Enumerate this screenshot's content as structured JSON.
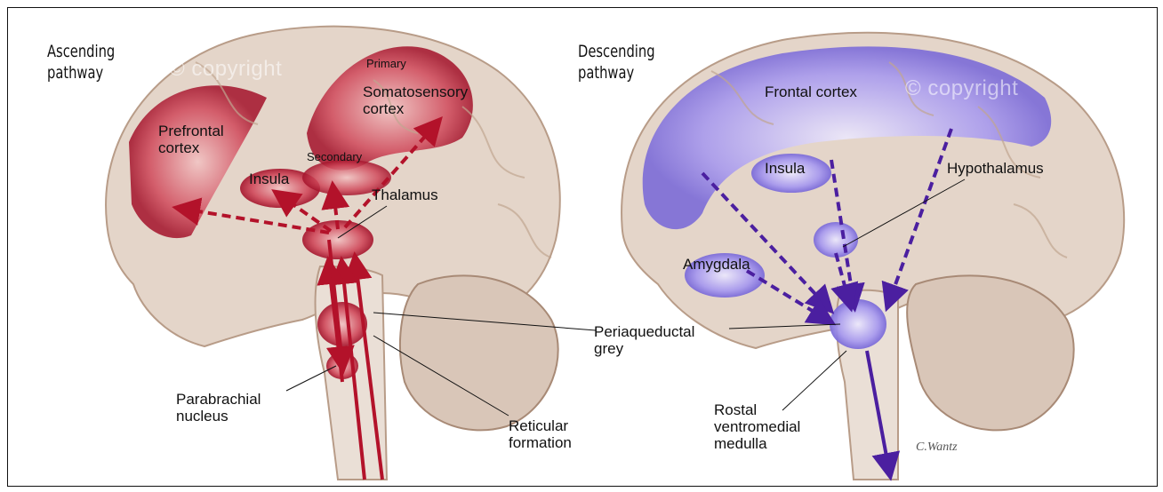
{
  "colors": {
    "brain_tissue": "#e4d5c9",
    "brain_shadow": "#c9b3a3",
    "ascending_red": "#b3122a",
    "descending_purple": "#4b1fa0",
    "purple_region": "#8d7ee6"
  },
  "watermark_left": "© copyright",
  "watermark_right": "© copyright",
  "signature": "C.Wantz",
  "ascending": {
    "heading": "Ascending\npathway",
    "labels": {
      "primary": "Primary",
      "somatosensory": "Somatosensory\ncortex",
      "prefrontal": "Prefrontal\ncortex",
      "secondary": "Secondary",
      "insula": "Insula",
      "thalamus": "Thalamus",
      "pag": "Periaqueductal\ngrey",
      "parabrachial": "Parabrachial\nnucleus",
      "reticular": "Reticular\nformation"
    }
  },
  "descending": {
    "heading": "Descending\npathway",
    "labels": {
      "frontal": "Frontal cortex",
      "insula": "Insula",
      "hypothalamus": "Hypothalamus",
      "amygdala": "Amygdala",
      "rvm": "Rostal\nventromedial\nmedulla"
    }
  }
}
